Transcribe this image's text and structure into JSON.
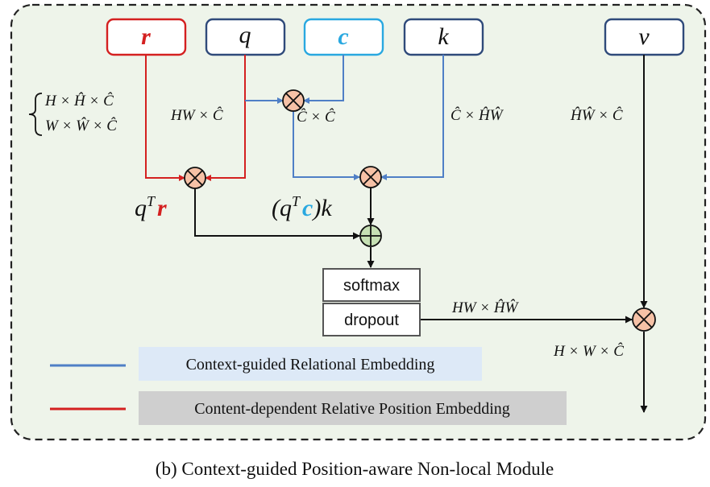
{
  "diagram": {
    "caption": "(b) Context-guided Position-aware Non-local Module",
    "inputs": {
      "r": "r",
      "q": "q",
      "c": "c",
      "k": "k",
      "v": "v"
    },
    "dims": {
      "r_top": "H × Ĥ × Ĉ",
      "r_bottom": "W × Ŵ × Ĉ",
      "q": "HW × Ĉ",
      "c": "Ĉ × Ĉ",
      "k": "Ĉ × ĤŴ",
      "v": "ĤŴ × Ĉ",
      "attn": "HW × ĤŴ",
      "out": "H × W × Ĉ"
    },
    "terms": {
      "qr_q": "q",
      "qr_T": "T",
      "qr_r": "r",
      "qck_open": "(q",
      "qck_T": "T",
      "qck_c": "c",
      "qck_close": ")k"
    },
    "ops": {
      "softmax": "softmax",
      "dropout": "dropout"
    },
    "legend": {
      "blue_label": "Context-guided Relational Embedding",
      "red_label": "Content-dependent Relative Position Embedding"
    },
    "colors": {
      "red": "#d42020",
      "blue": "#4f7fc6",
      "cyan": "#29a8e0",
      "navy": "#2f4a7a",
      "panel_bg": "#eef4ea",
      "mult_fill": "#f6c1a6",
      "add_fill": "#c6e0b4",
      "legend_blue_bg": "#dde9f7",
      "legend_gray_bg": "#cfcfcf"
    }
  }
}
